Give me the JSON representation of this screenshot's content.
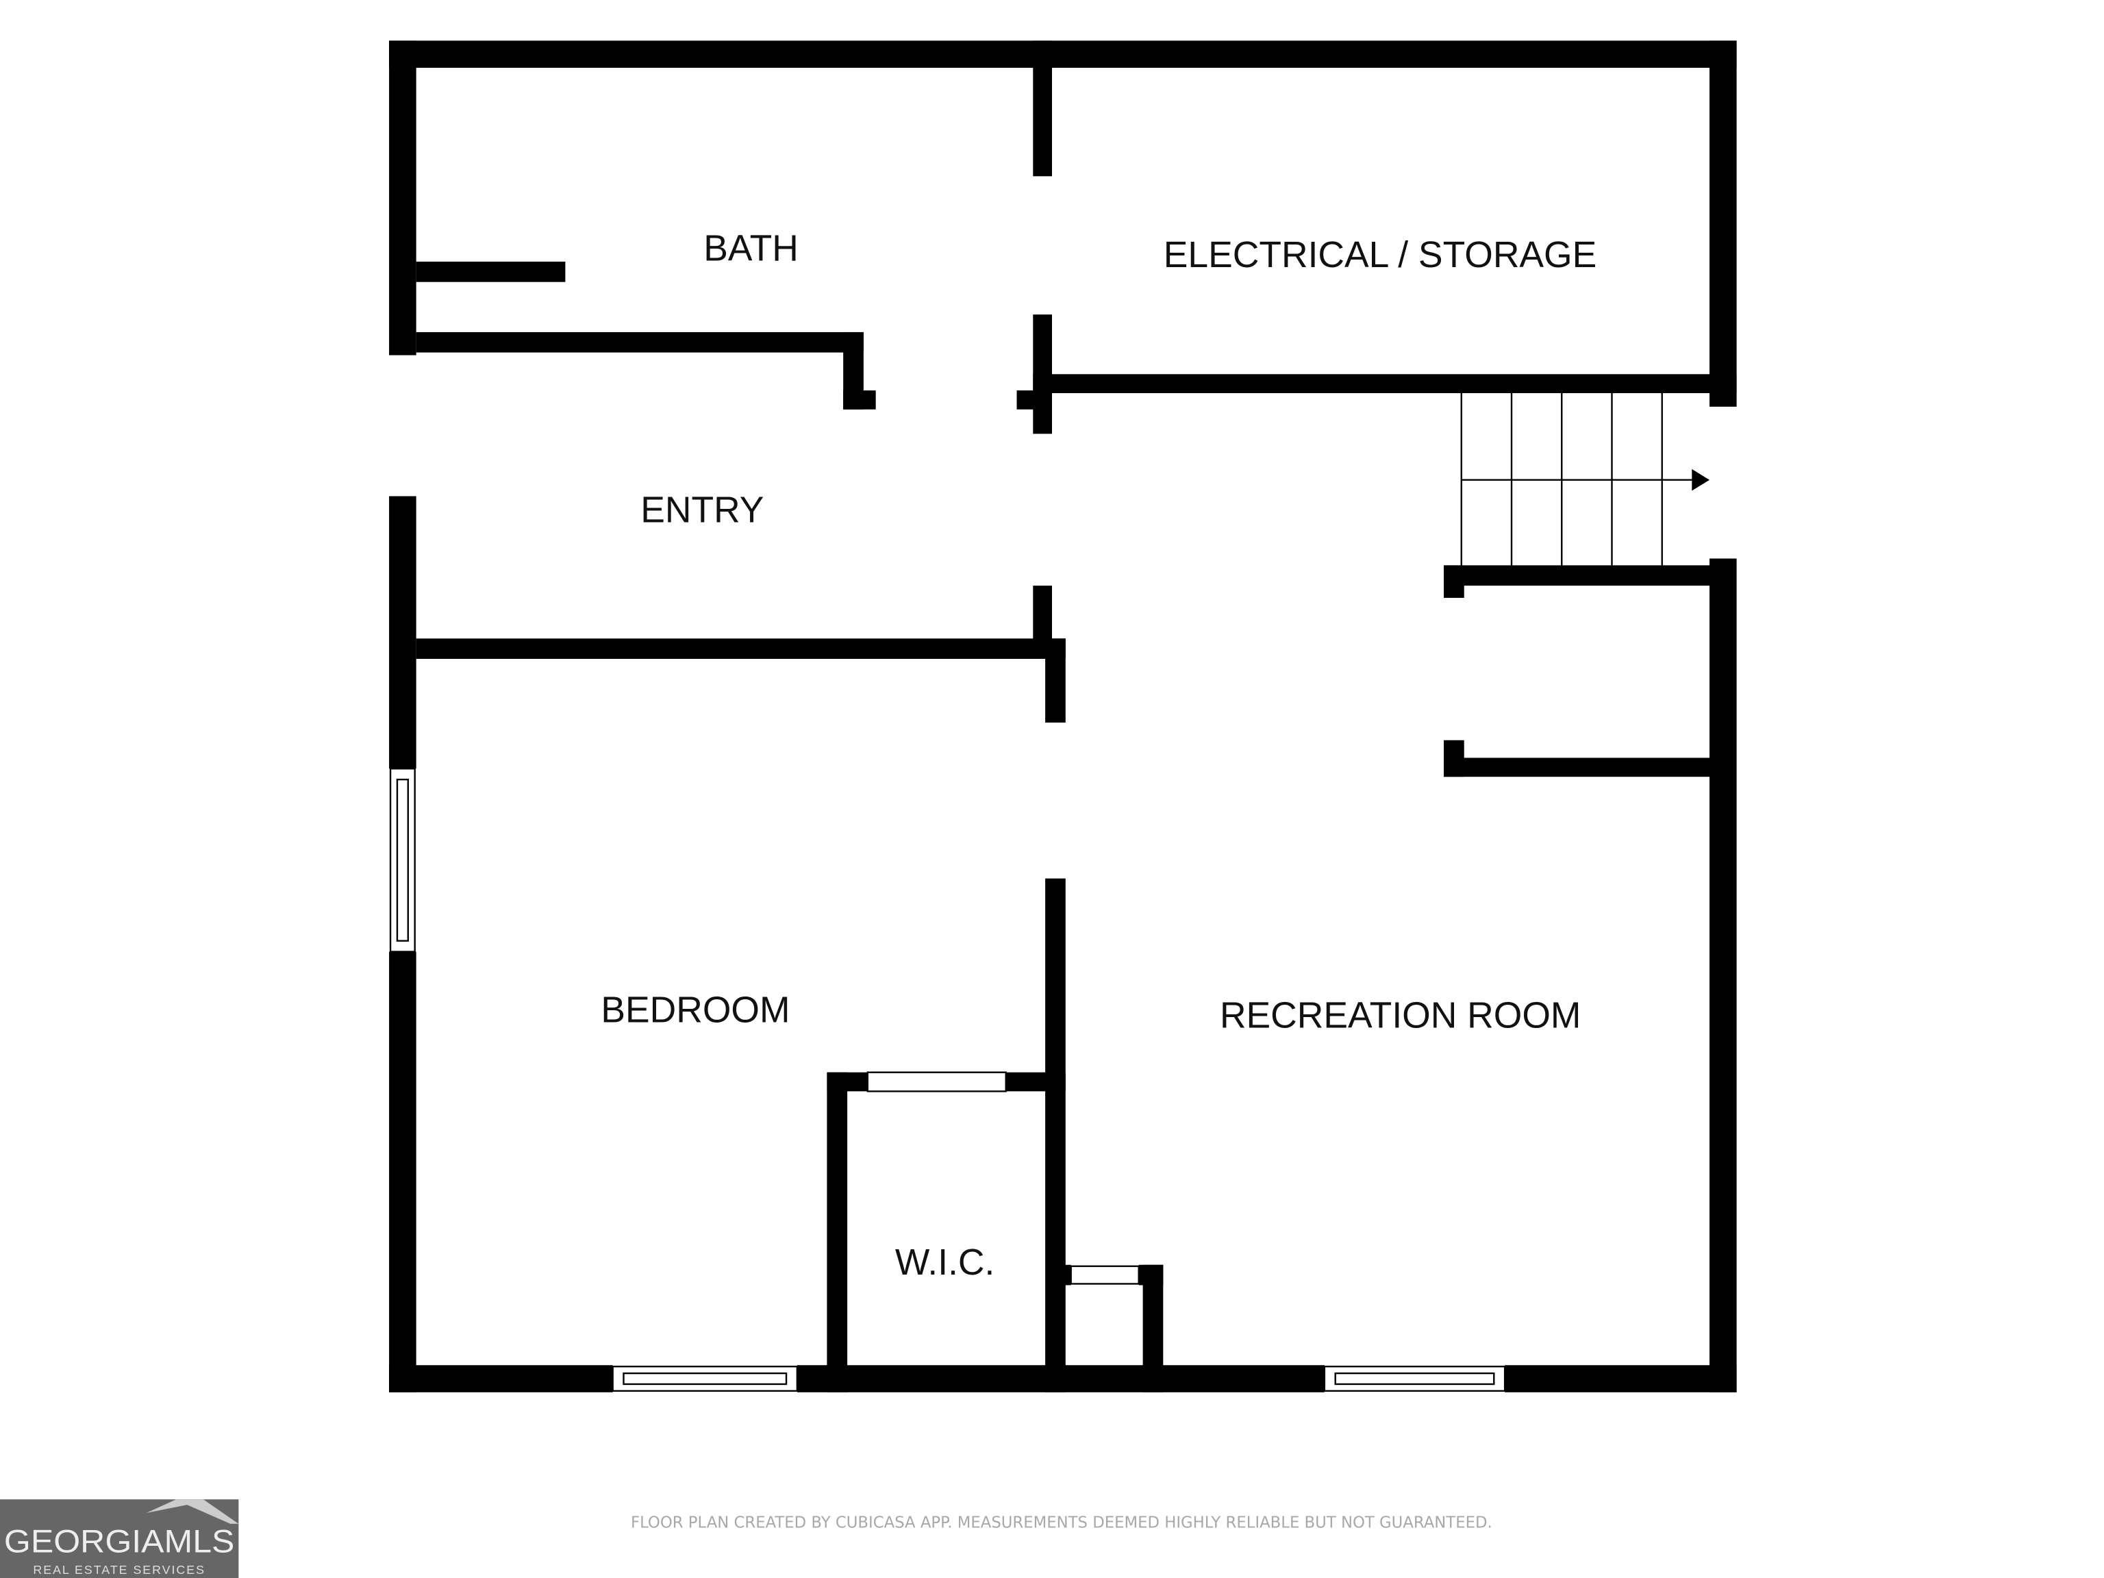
{
  "rooms": {
    "bath": "BATH",
    "electrical_storage": "ELECTRICAL / STORAGE",
    "entry": "ENTRY",
    "bedroom": "BEDROOM",
    "recreation_room": "RECREATION ROOM",
    "wic": "W.I.C."
  },
  "footer": {
    "disclaimer": "FLOOR PLAN CREATED BY CUBICASA APP. MEASUREMENTS DEEMED HIGHLY RELIABLE BUT NOT GUARANTEED."
  },
  "logo": {
    "brand": "GEORGIAMLS",
    "tagline": "REAL ESTATE SERVICES",
    "color": "#666666"
  }
}
